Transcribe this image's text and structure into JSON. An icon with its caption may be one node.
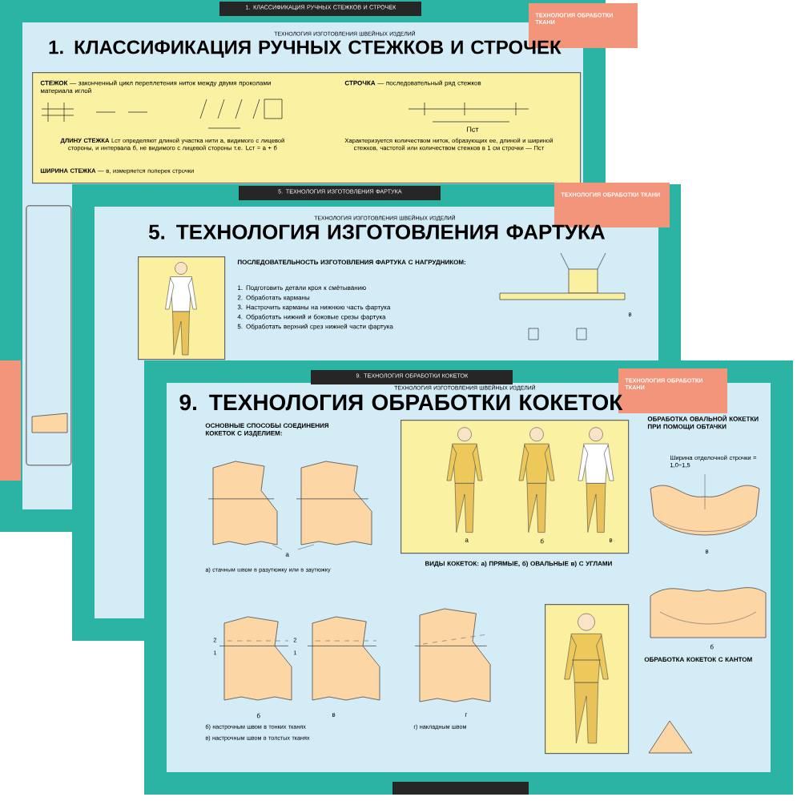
{
  "diagram": {
    "nodes": [
      {
        "text": [
          "**СТЕЖОК** — законченный цикл переплетения ниток между двумя проколами материала иглой",
          "**СТРОЧКА** — последовательный ряд стежков",
          "**ДЛИНУ СТЕЖКА** Lст определяют длиной участка нити а, видимого с лицевой стороны, и интервала б, не видимого с лицевой стороны т.е. Lст = а + б",
          "Характеризуется количеством ниток, образующих ее, длиной и шириной стежков, частотой или количеством стежков в 1 см строчки — Пст",
          "**ШИРИНА СТЕЖКА** — в, измеряется поперек строчки"
        ]
      },
      {
        "text": [],
        "shape": "box"
      },
      {
        "text": [],
        "shape": "picture"
      },
      {
        "text": [
          "а",
          "б",
          "в"
        ]
      },
      {
        "text": [],
        "shape": "picture"
      }
    ],
    "labels": [
      "1. КЛАССИФИКАЦИЯ РУЧНЫХ СТЕЖКОВ И СТРОЧЕК",
      "ТЕХНОЛОГИЯ ОБРАБОТКИ ТКАНИ",
      "ТЕХНОЛОГИЯ ИЗГОТОВЛЕНИЯ ШВЕЙНЫХ ИЗДЕЛИЙ",
      "1. КЛАССИФИКАЦИЯ РУЧНЫХ СТЕЖКОВ И СТРОЧЕК",
      "Пст",
      "5. ТЕХНОЛОГИЯ ИЗГОТОВЛЕНИЯ ФАРТУКА",
      "ТЕХНОЛОГИЯ ОБРАБОТКИ ТКАНИ",
      "ТЕХНОЛОГИЯ ИЗГОТОВЛЕНИЯ ШВЕЙНЫХ ИЗДЕЛИЙ",
      "5. ТЕХНОЛОГИЯ ИЗГОТОВЛЕНИЯ ФАРТУКА",
      "ПОСЛЕДОВАТЕЛЬНОСТЬ ИЗГОТОВЛЕНИЯ ФАРТУКА С НАГРУДНИКОМ:",
      "1. Подготовить детали кроя к смётыванию",
      "2. Обработать карманы",
      "3. Настрочить карманы на нижнюю часть фартука",
      "4. Обработать нижний и боковые срезы фартука",
      "5. Обработать верхний срез нижней части фартука",
      "в",
      "9. ТЕХНОЛОГИЯ ОБРАБОТКИ КОКЕТОК",
      "ТЕХНОЛОГИЯ ОБРАБОТКИ ТКАНИ",
      "ТЕХНОЛОГИЯ ИЗГОТОВЛЕНИЯ ШВЕЙНЫХ ИЗДЕЛИЙ",
      "9. ТЕХНОЛОГИЯ ОБРАБОТКИ КОКЕТОК",
      "ОСНОВНЫЕ СПОСОБЫ СОЕДИНЕНИЯ КОКЕТОК С ИЗДЕЛИЕМ:",
      "а",
      "а) стачным швом в разутюжку или в заутюжку",
      "2",
      "1",
      "2",
      "1",
      "б",
      "в",
      "г",
      "б) настрочным швом в тонких тканях",
      "в) настрочным швом в толстых тканях",
      "г) накладным швом",
      "ВИДЫ КОКЕТОК: а) ПРЯМЫЕ, б) ОВАЛЬНЫЕ в) С УГЛАМИ",
      "ОБРАБОТКА ОВАЛЬНОЙ КОКЕТКИ ПРИ ПОМОЩИ ОБТАЧКИ",
      "Ширина отделочной строчки = 1,0÷1,5",
      "в",
      "б",
      "ОБРАБОТКА КОКЕТОК С КАНТОМ"
    ]
  }
}
